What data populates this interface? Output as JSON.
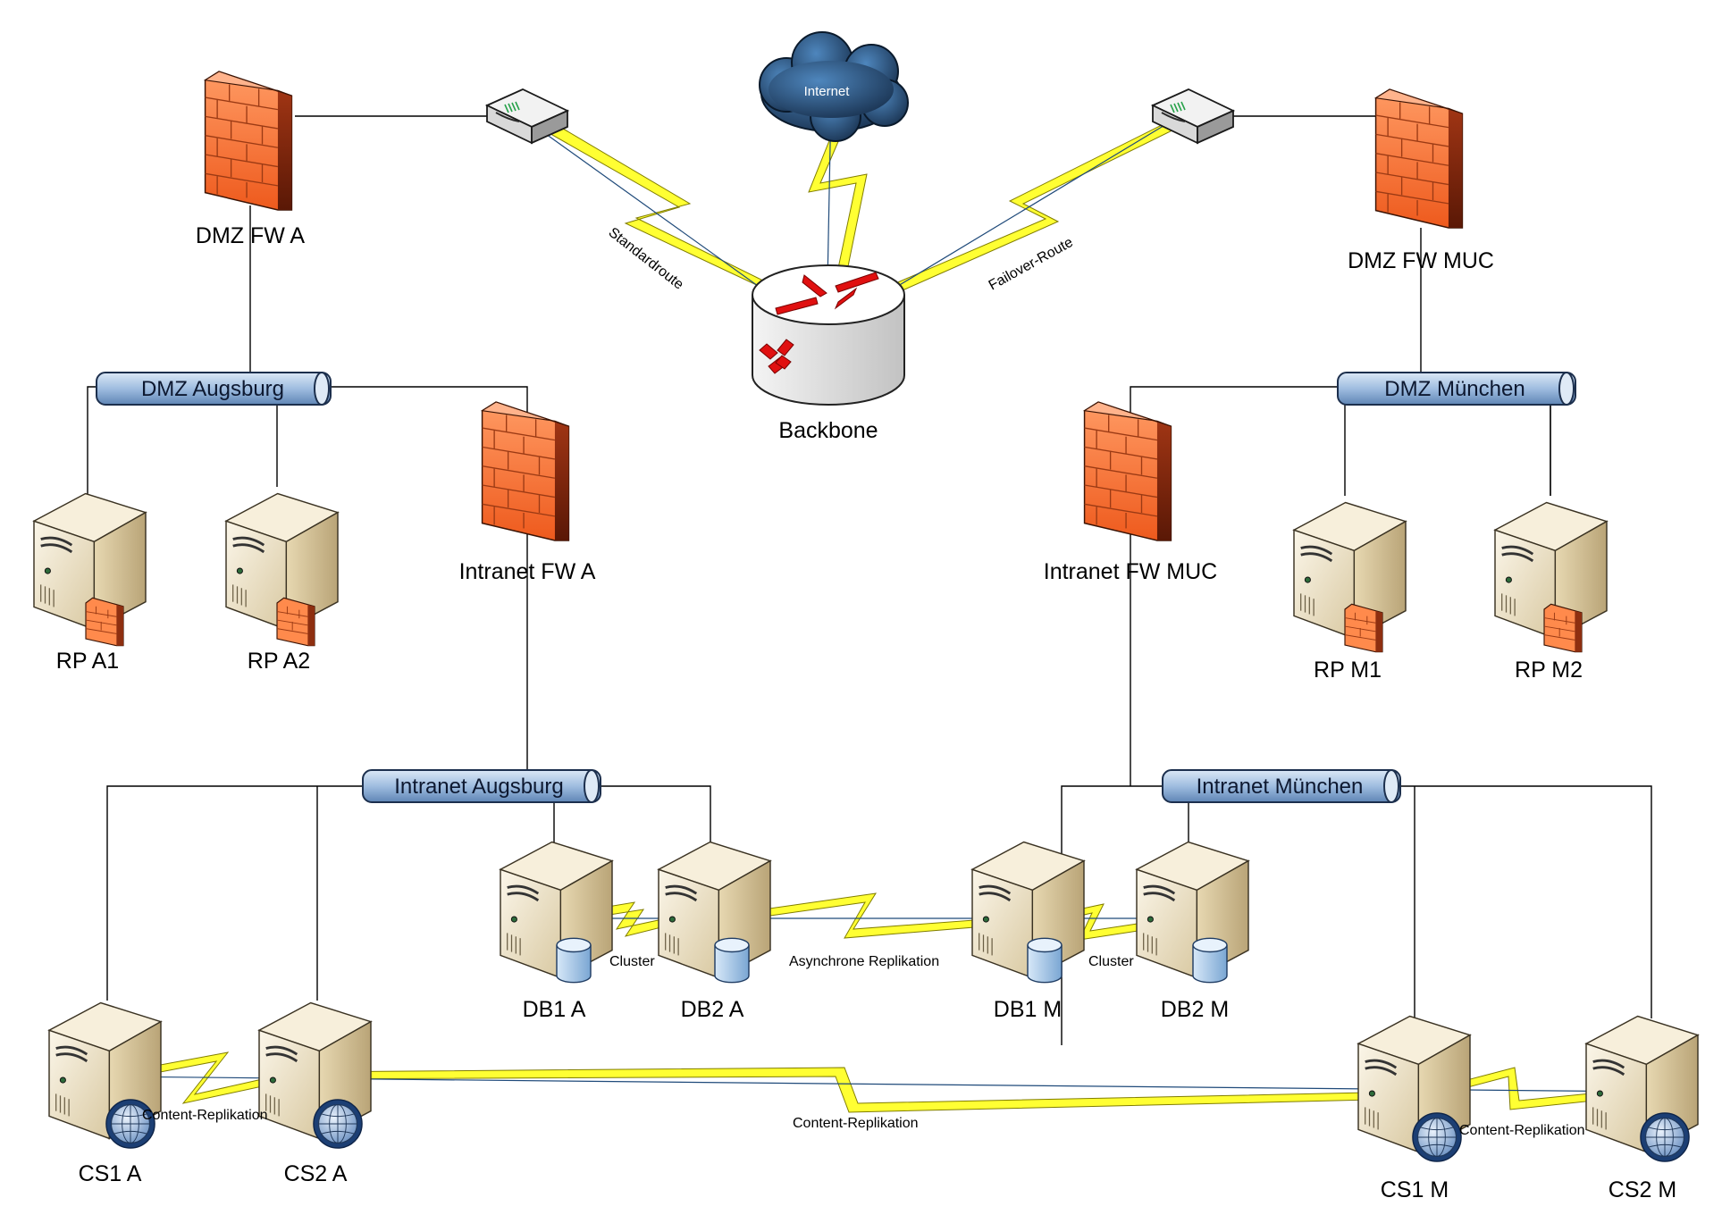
{
  "internet": "Internet",
  "backbone": "Backbone",
  "firewalls": {
    "dmz_a": "DMZ FW A",
    "dmz_muc": "DMZ FW MUC",
    "intranet_a": "Intranet FW A",
    "intranet_muc": "Intranet FW MUC"
  },
  "buses": {
    "dmz_augsburg": "DMZ Augsburg",
    "dmz_muenchen": "DMZ München",
    "intranet_augsburg": "Intranet Augsburg",
    "intranet_muenchen": "Intranet München"
  },
  "servers": {
    "rp_a1": "RP A1",
    "rp_a2": "RP A2",
    "rp_m1": "RP M1",
    "rp_m2": "RP M2",
    "db1_a": "DB1 A",
    "db2_a": "DB2 A",
    "db1_m": "DB1 M",
    "db2_m": "DB2 M",
    "cs1_a": "CS1 A",
    "cs2_a": "CS2 A",
    "cs1_m": "CS1 M",
    "cs2_m": "CS2 M"
  },
  "links": {
    "standardroute": "Standardroute",
    "failover_route": "Failover-Route",
    "cluster_a": "Cluster",
    "cluster_m": "Cluster",
    "async_replication": "Asynchrone Replikation",
    "content_repl_a": "Content-Replikation",
    "content_repl_mid": "Content-Replikation",
    "content_repl_m": "Content-Replikation"
  },
  "colors": {
    "bus_fill": "#a9c3e3",
    "bolt": "#ffff33",
    "firewall": "#ff7f3f",
    "server_body": "#efe4c8"
  }
}
